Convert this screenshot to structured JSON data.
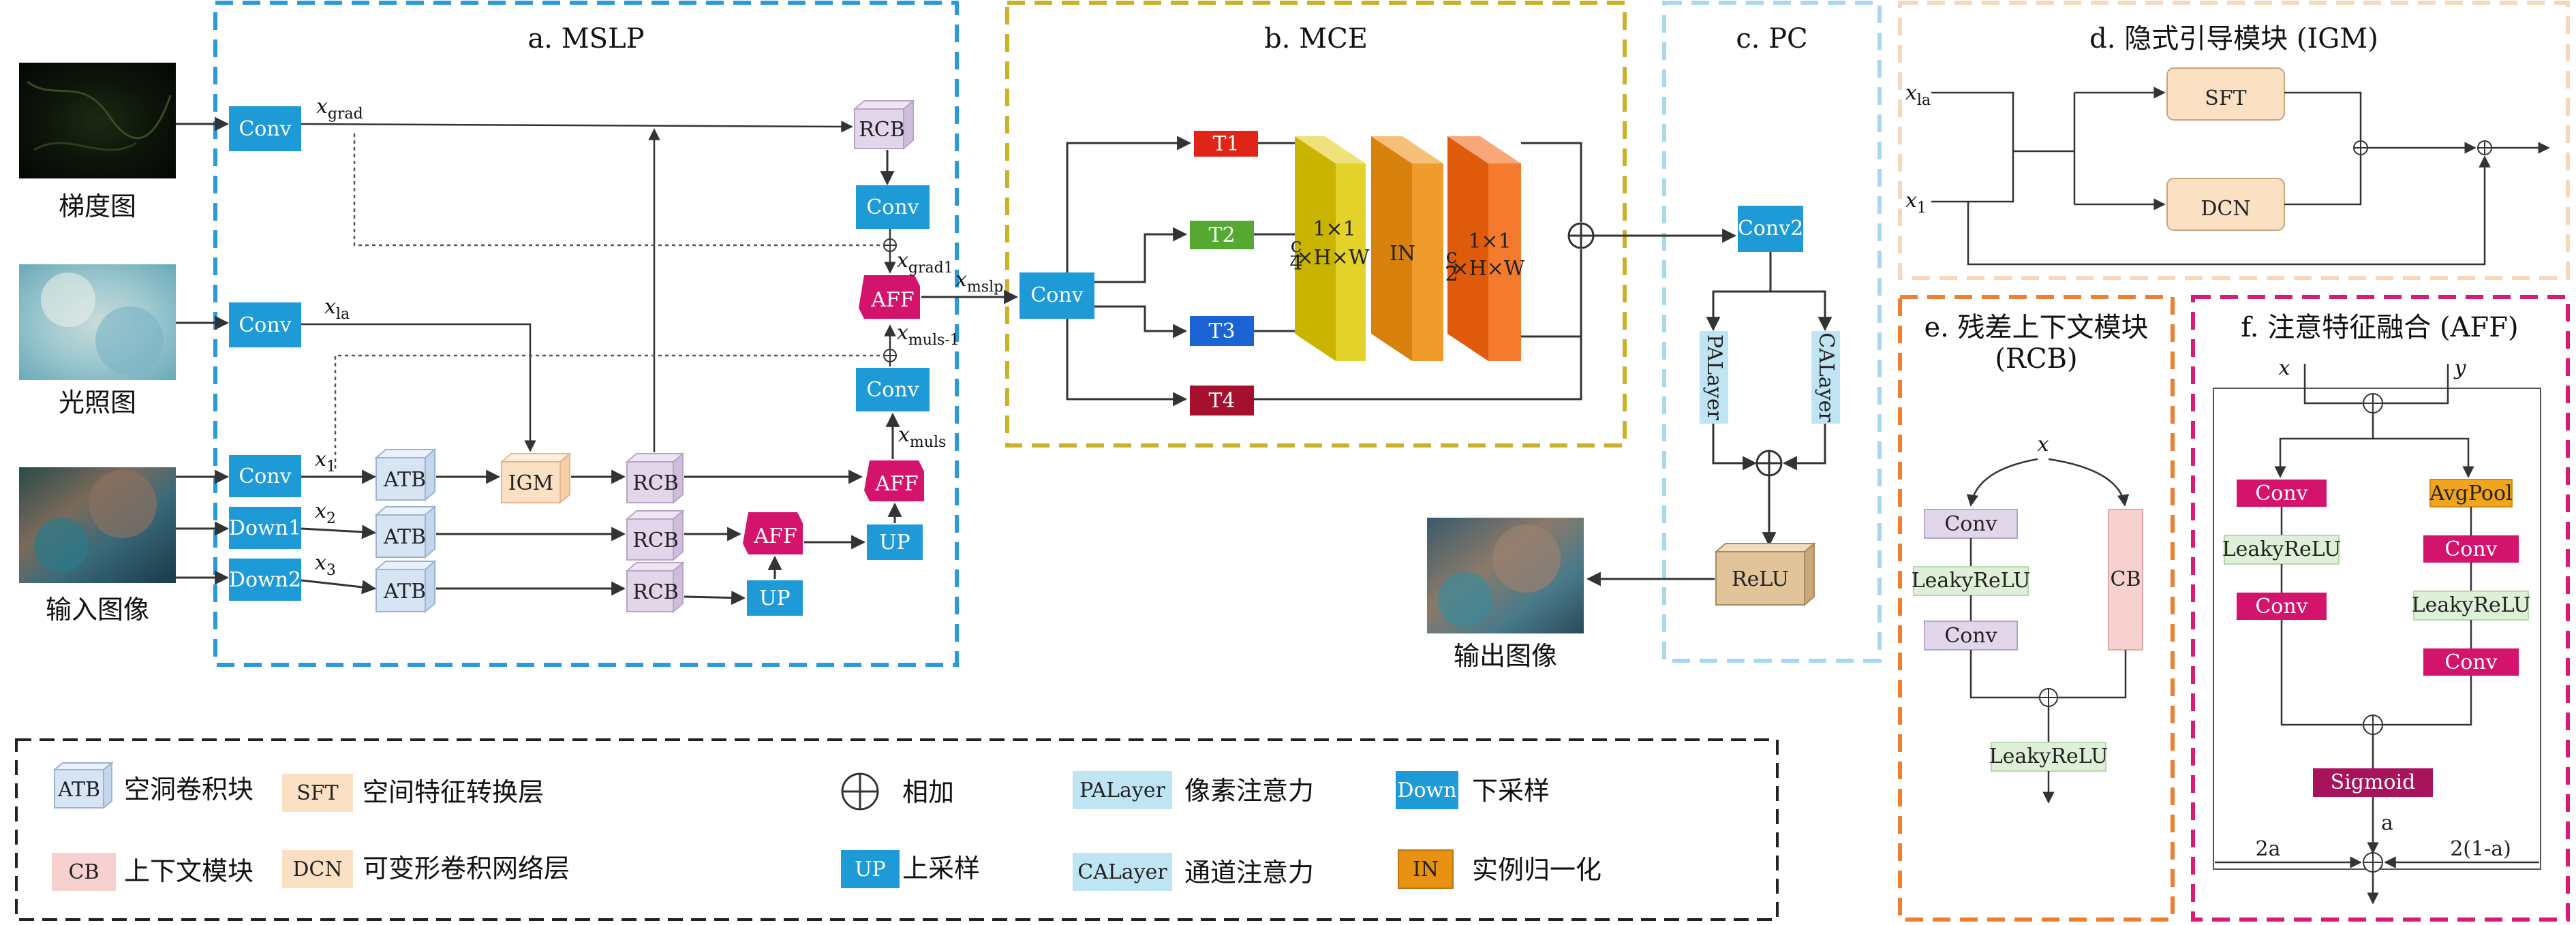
{
  "panels": {
    "mslp": "a. MSLP",
    "mce": "b. MCE",
    "pc": "c. PC",
    "igm": "d. 隐式引导模块 (IGM)",
    "rcb_title_line1": "e. 残差上下文模块",
    "rcb_title_line2": "(RCB)",
    "aff": "f. 注意特征融合 (AFF)"
  },
  "images": {
    "gradient": "梯度图",
    "illumination": "光照图",
    "input": "输入图像",
    "output": "输出图像"
  },
  "blocks": {
    "conv": "Conv",
    "conv2": "Conv2",
    "down1": "Down1",
    "down2": "Down2",
    "atb": "ATB",
    "igm": "IGM",
    "rcb": "RCB",
    "aff": "AFF",
    "up": "UP",
    "t1": "T1",
    "t2": "T2",
    "t3": "T3",
    "t4": "T4",
    "in": "IN",
    "palayer": "PALayer",
    "calayer": "CALayer",
    "relu": "ReLU",
    "sft": "SFT",
    "dcn": "DCN",
    "cb": "CB",
    "leakyrelu": "LeakyReLU",
    "avgpool": "AvgPool",
    "sigmoid": "Sigmoid"
  },
  "mce_dims": {
    "first_line1": "1×1",
    "first_line2": "×H×W",
    "first_frac_num": "c",
    "first_frac_den": "4",
    "second_line1": "1×1",
    "second_line2": "×H×W",
    "second_frac_num": "c",
    "second_frac_den": "2"
  },
  "variables": {
    "x": "x",
    "y": "y",
    "grad_base": "x",
    "grad_sub": "grad",
    "la_base": "x",
    "la_sub": "la",
    "x1_base": "x",
    "x1_sub": "1",
    "x2_base": "x",
    "x2_sub": "2",
    "x3_base": "x",
    "x3_sub": "3",
    "grad1_base": "x",
    "grad1_sub": "grad1",
    "mslp_base": "x",
    "mslp_sub": "mslp",
    "muls1_base": "x",
    "muls1_sub": "muls-1",
    "muls_base": "x",
    "muls_sub": "muls",
    "a": "a",
    "two_a": "2a",
    "two_one_minus_a": "2(1-a)"
  },
  "legend": {
    "atb_key": "ATB",
    "atb_text": "空洞卷积块",
    "sft_key": "SFT",
    "sft_text": "空间特征转换层",
    "add_text": "相加",
    "palayer_key": "PALayer",
    "palayer_text": "像素注意力",
    "down_key": "Down",
    "down_text": "下采样",
    "cb_key": "CB",
    "cb_text": "上下文模块",
    "dcn_key": "DCN",
    "dcn_text": "可变形卷积网络层",
    "up_key": "UP",
    "up_text": "上采样",
    "calayer_key": "CALayer",
    "calayer_text": "通道注意力",
    "in_key": "IN",
    "in_text": "实例归一化"
  },
  "colors": {
    "conv_blue": "#1e9ad6",
    "mslp_border": "#2a9ad8",
    "mce_border": "#c9b12a",
    "pc_border": "#a9d8ee",
    "igm_border": "#f6d9bd",
    "rcb_border": "#ef7f2e",
    "aff_border": "#d81b74",
    "aff_block": "#d4136d",
    "t1": "#e02518",
    "t2": "#55a832",
    "t3": "#1a63d4",
    "t4": "#a4102e",
    "atb": "#d6e4f4",
    "igm_block": "#fce0c4",
    "rcb_block": "#e2d6ea",
    "palayer": "#bfe4f4",
    "relu": "#e2c49b",
    "cb": "#f7d0d0",
    "leaky": "#dff0d8",
    "avgpool": "#f2a51c",
    "sigmoid": "#a8145c",
    "in_block": "#e89213"
  }
}
